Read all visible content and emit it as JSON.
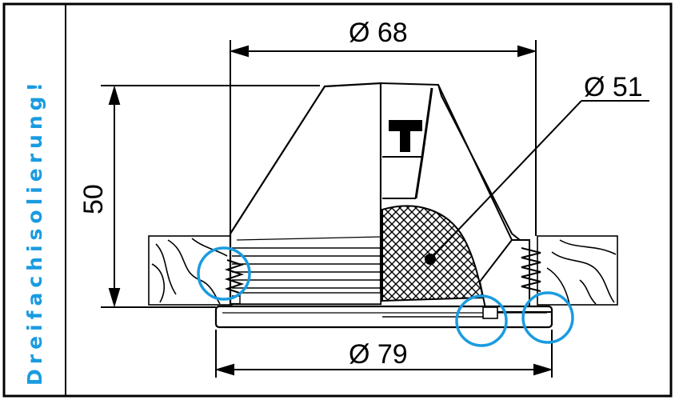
{
  "diagram": {
    "side_label": "Dreifachisolierung!",
    "dimensions": {
      "top_diameter": "Ø 68",
      "inner_diameter": "Ø 51",
      "bottom_diameter": "Ø 79",
      "height": "50"
    },
    "colors": {
      "outline": "#000000",
      "highlight": "#1a9be0",
      "background": "#ffffff"
    },
    "highlight_circles": 3
  }
}
